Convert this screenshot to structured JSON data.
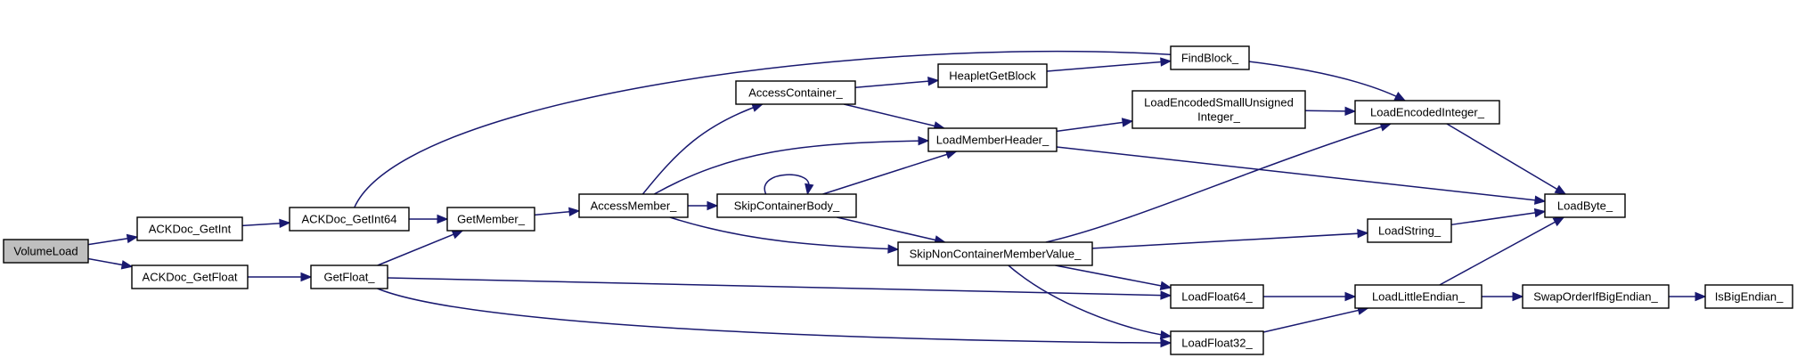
{
  "colors": {
    "edge": "#191970",
    "node_fill": "#ffffff",
    "root_fill": "#bfbfbf",
    "border": "#000000"
  },
  "nodes": [
    {
      "id": "volumeload",
      "label": [
        "VolumeLoad"
      ],
      "root": true
    },
    {
      "id": "ackdoc_getint",
      "label": [
        "ACKDoc_GetInt"
      ]
    },
    {
      "id": "ackdoc_getfloat",
      "label": [
        "ACKDoc_GetFloat"
      ]
    },
    {
      "id": "ackdoc_getint64",
      "label": [
        "ACKDoc_GetInt64"
      ]
    },
    {
      "id": "getfloat_",
      "label": [
        "GetFloat_"
      ]
    },
    {
      "id": "getmember_",
      "label": [
        "GetMember_"
      ]
    },
    {
      "id": "accessmember_",
      "label": [
        "AccessMember_"
      ]
    },
    {
      "id": "accesscontainer_",
      "label": [
        "AccessContainer_"
      ]
    },
    {
      "id": "skipcontainerbody_",
      "label": [
        "SkipContainerBody_"
      ]
    },
    {
      "id": "skipnoncontainermembervalue_",
      "label": [
        "SkipNonContainerMemberValue_"
      ]
    },
    {
      "id": "heapletgetblock",
      "label": [
        "HeapletGetBlock"
      ]
    },
    {
      "id": "loadmemberheader_",
      "label": [
        "LoadMemberHeader_"
      ]
    },
    {
      "id": "findblock_",
      "label": [
        "FindBlock_"
      ]
    },
    {
      "id": "loadencodedsmallunsignedinteger_",
      "label": [
        "LoadEncodedSmallUnsigned",
        "Integer_"
      ]
    },
    {
      "id": "loadfloat64_",
      "label": [
        "LoadFloat64_"
      ]
    },
    {
      "id": "loadfloat32_",
      "label": [
        "LoadFloat32_"
      ]
    },
    {
      "id": "loadencodedinteger_",
      "label": [
        "LoadEncodedInteger_"
      ]
    },
    {
      "id": "loadstring_",
      "label": [
        "LoadString_"
      ]
    },
    {
      "id": "loadlittleendian_",
      "label": [
        "LoadLittleEndian_"
      ]
    },
    {
      "id": "loadbyte_",
      "label": [
        "LoadByte_"
      ]
    },
    {
      "id": "swaporderifbigendian_",
      "label": [
        "SwapOrderIfBigEndian_"
      ]
    },
    {
      "id": "isbigendian_",
      "label": [
        "IsBigEndian_"
      ]
    }
  ],
  "edges": [
    {
      "from": "volumeload",
      "to": "ackdoc_getint"
    },
    {
      "from": "volumeload",
      "to": "ackdoc_getfloat"
    },
    {
      "from": "ackdoc_getint",
      "to": "ackdoc_getint64"
    },
    {
      "from": "ackdoc_getint64",
      "to": "getmember_"
    },
    {
      "from": "ackdoc_getint64",
      "to": "loadencodedinteger_"
    },
    {
      "from": "ackdoc_getfloat",
      "to": "getfloat_"
    },
    {
      "from": "getfloat_",
      "to": "getmember_"
    },
    {
      "from": "getfloat_",
      "to": "loadfloat64_"
    },
    {
      "from": "getfloat_",
      "to": "loadfloat32_"
    },
    {
      "from": "getmember_",
      "to": "accessmember_"
    },
    {
      "from": "accessmember_",
      "to": "accesscontainer_"
    },
    {
      "from": "accessmember_",
      "to": "loadmemberheader_"
    },
    {
      "from": "accessmember_",
      "to": "skipcontainerbody_"
    },
    {
      "from": "accessmember_",
      "to": "skipnoncontainermembervalue_"
    },
    {
      "from": "accesscontainer_",
      "to": "heapletgetblock"
    },
    {
      "from": "accesscontainer_",
      "to": "loadmemberheader_"
    },
    {
      "from": "heapletgetblock",
      "to": "findblock_"
    },
    {
      "from": "skipcontainerbody_",
      "to": "skipcontainerbody_"
    },
    {
      "from": "skipcontainerbody_",
      "to": "loadmemberheader_"
    },
    {
      "from": "skipcontainerbody_",
      "to": "skipnoncontainermembervalue_"
    },
    {
      "from": "loadmemberheader_",
      "to": "loadencodedsmallunsignedinteger_"
    },
    {
      "from": "loadmemberheader_",
      "to": "loadbyte_"
    },
    {
      "from": "loadencodedsmallunsignedinteger_",
      "to": "loadencodedinteger_"
    },
    {
      "from": "skipnoncontainermembervalue_",
      "to": "loadencodedinteger_"
    },
    {
      "from": "skipnoncontainermembervalue_",
      "to": "loadstring_"
    },
    {
      "from": "skipnoncontainermembervalue_",
      "to": "loadfloat64_"
    },
    {
      "from": "skipnoncontainermembervalue_",
      "to": "loadfloat32_"
    },
    {
      "from": "loadencodedinteger_",
      "to": "loadbyte_"
    },
    {
      "from": "loadstring_",
      "to": "loadbyte_"
    },
    {
      "from": "loadfloat64_",
      "to": "loadlittleendian_"
    },
    {
      "from": "loadfloat32_",
      "to": "loadlittleendian_"
    },
    {
      "from": "loadlittleendian_",
      "to": "loadbyte_"
    },
    {
      "from": "loadlittleendian_",
      "to": "swaporderifbigendian_"
    },
    {
      "from": "swaporderifbigendian_",
      "to": "isbigendian_"
    }
  ]
}
